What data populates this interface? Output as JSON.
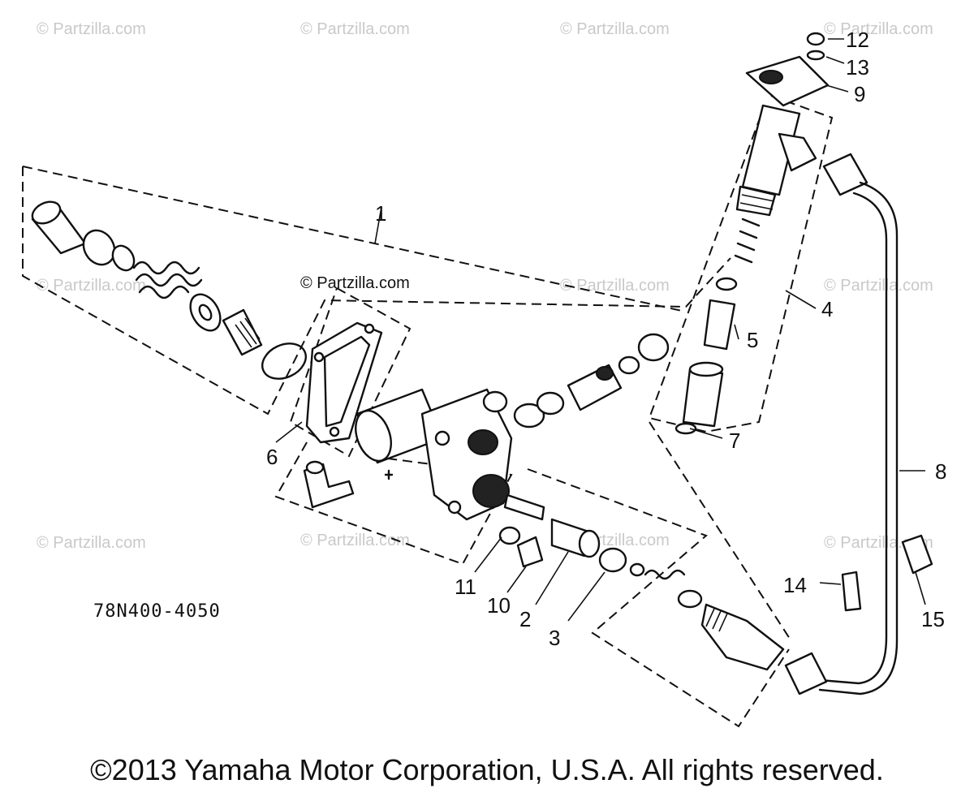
{
  "watermark": "© Partzilla.com",
  "diagram_code": "78N400-4050",
  "copyright": "©2013 Yamaha Motor Corporation, U.S.A. All rights reserved.",
  "callouts": [
    "1",
    "2",
    "3",
    "4",
    "5",
    "6",
    "7",
    "8",
    "9",
    "10",
    "11",
    "12",
    "13",
    "14",
    "15"
  ]
}
